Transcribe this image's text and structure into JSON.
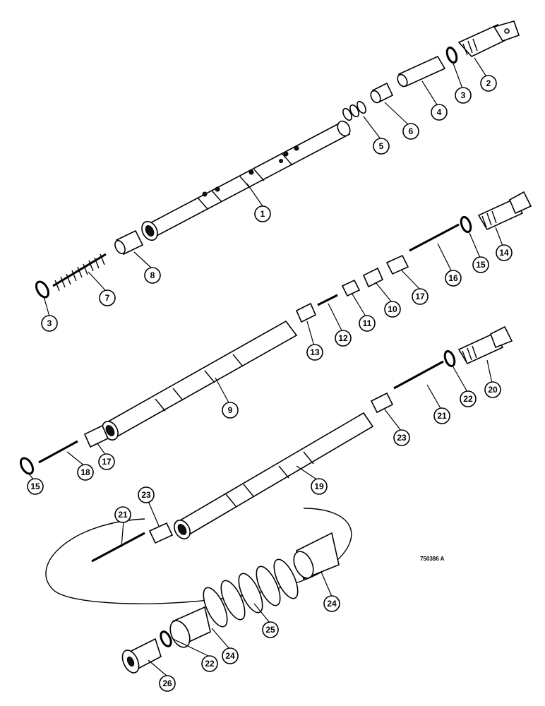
{
  "drawing_ref": "750386 A",
  "callouts": [
    {
      "label": "1"
    },
    {
      "label": "2"
    },
    {
      "label": "3"
    },
    {
      "label": "4"
    },
    {
      "label": "5"
    },
    {
      "label": "6"
    },
    {
      "label": "3"
    },
    {
      "label": "7"
    },
    {
      "label": "8"
    },
    {
      "label": "14"
    },
    {
      "label": "15"
    },
    {
      "label": "16"
    },
    {
      "label": "17"
    },
    {
      "label": "10"
    },
    {
      "label": "11"
    },
    {
      "label": "12"
    },
    {
      "label": "13"
    },
    {
      "label": "9"
    },
    {
      "label": "20"
    },
    {
      "label": "22"
    },
    {
      "label": "21"
    },
    {
      "label": "23"
    },
    {
      "label": "15"
    },
    {
      "label": "18"
    },
    {
      "label": "17"
    },
    {
      "label": "19"
    },
    {
      "label": "23"
    },
    {
      "label": "21"
    },
    {
      "label": "24"
    },
    {
      "label": "25"
    },
    {
      "label": "24"
    },
    {
      "label": "22"
    },
    {
      "label": "26"
    }
  ]
}
